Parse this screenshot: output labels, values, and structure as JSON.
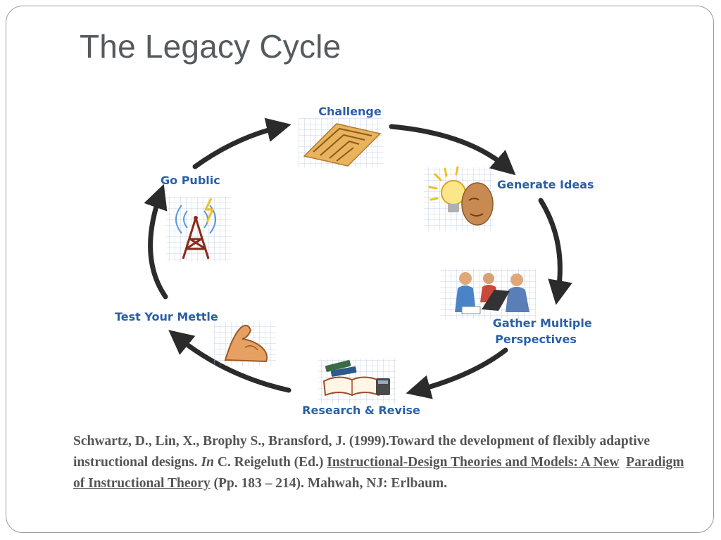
{
  "slide": {
    "title": "The Legacy Cycle"
  },
  "cycle": {
    "stages": [
      {
        "id": "challenge",
        "label": "Challenge",
        "icon": "maze-icon"
      },
      {
        "id": "generate-ideas",
        "label": "Generate Ideas",
        "icon": "lightbulb-head-icon"
      },
      {
        "id": "gather-perspectives",
        "label_lines": [
          "Gather Multiple",
          "Perspectives"
        ],
        "icon": "people-meeting-icon"
      },
      {
        "id": "research-revise",
        "label": "Research & Revise",
        "icon": "books-icon"
      },
      {
        "id": "test-mettle",
        "label": "Test Your Mettle",
        "icon": "flexed-arm-icon"
      },
      {
        "id": "go-public",
        "label": "Go Public",
        "icon": "broadcast-tower-icon"
      }
    ],
    "label_color": "#2a5fa8",
    "arrow_color": "#2b2b2b"
  },
  "reference": {
    "part1": "Schwartz, D., Lin, X., Brophy S., Bransford, J. (1999).",
    "part2": "Toward the development of flexibly adaptive instructional designs. ",
    "in_word": "In",
    "part3": " C. Reigeluth (Ed.) ",
    "book_title_1": "Instructional-Design Theories and Models: A New",
    "book_title_2": "Paradigm of Instructional Theory",
    "part4": " (Pp. 183 – 214). Mahwah, NJ:   Erlbaum."
  }
}
